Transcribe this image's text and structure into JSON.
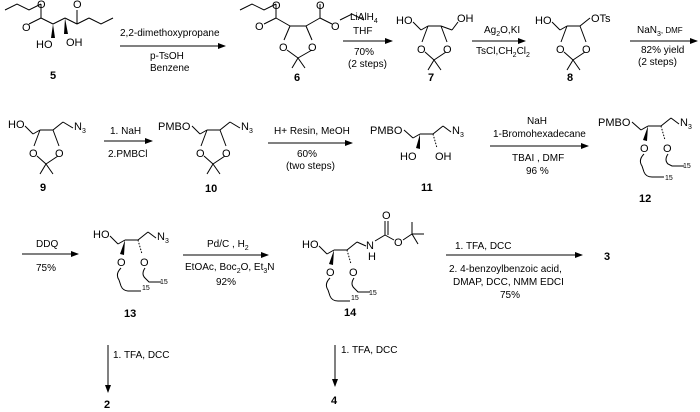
{
  "compounds": {
    "c5": "5",
    "c6": "6",
    "c7": "7",
    "c8": "8",
    "c9": "9",
    "c10": "10",
    "c11": "11",
    "c12": "12",
    "c13": "13",
    "c14": "14",
    "c3": "3",
    "c2": "2",
    "c4": "4"
  },
  "atoms": {
    "O": "O",
    "OH": "OH",
    "HO": "HO",
    "OTs": "OTs",
    "N3": "N",
    "sub3": "3",
    "PMBO": "PMBO",
    "N": "N",
    "H": "H",
    "sub15": "15"
  },
  "steps": {
    "s1": {
      "above": "2,2-dimethoxypropane",
      "below1": "p-TsOH",
      "below2": "Benzene"
    },
    "s2": {
      "above1": "LiAlH",
      "above1_sub": "4",
      "above2": "THF",
      "below1": "70%",
      "below2": "(2 steps)"
    },
    "s3": {
      "above1": "Ag",
      "above1_sub": "2",
      "above1_rest": "O,KI",
      "below1": "TsCl,CH",
      "below1_sub1": "2",
      "below1_mid": "Cl",
      "below1_sub2": "2"
    },
    "s4": {
      "above1": "NaN",
      "above1_sub": "3",
      "above1_rest": ", DMF",
      "below1": "82% yield",
      "below2": "(2 steps)"
    },
    "s5": {
      "above1": "1. NaH",
      "above2": "2.PMBCl"
    },
    "s6": {
      "above1": "H+ Resin, MeOH",
      "below1": "60%",
      "below2": "(two steps)"
    },
    "s7": {
      "above1": "NaH",
      "above2": "1-Bromohexadecane",
      "below1": "TBAI , DMF",
      "below2": "96 %"
    },
    "s8": {
      "above1": "DDQ",
      "below1": "75%"
    },
    "s9": {
      "above1": "Pd/C , H",
      "above1_sub": "2",
      "below1": "EtOAc, Boc",
      "below1_sub1": "2",
      "below1_mid": "O, Et",
      "below1_sub2": "3",
      "below1_end": "N",
      "below2": "92%"
    },
    "s10": {
      "above1": "1. TFA, DCC",
      "below1": "2. 4-benzoylbenzoic acid,",
      "below2": "DMAP, DCC, NMM EDCI",
      "below3": "75%"
    },
    "s11": {
      "label": "1. TFA, DCC"
    },
    "s12": {
      "label": "1. TFA, DCC"
    }
  }
}
